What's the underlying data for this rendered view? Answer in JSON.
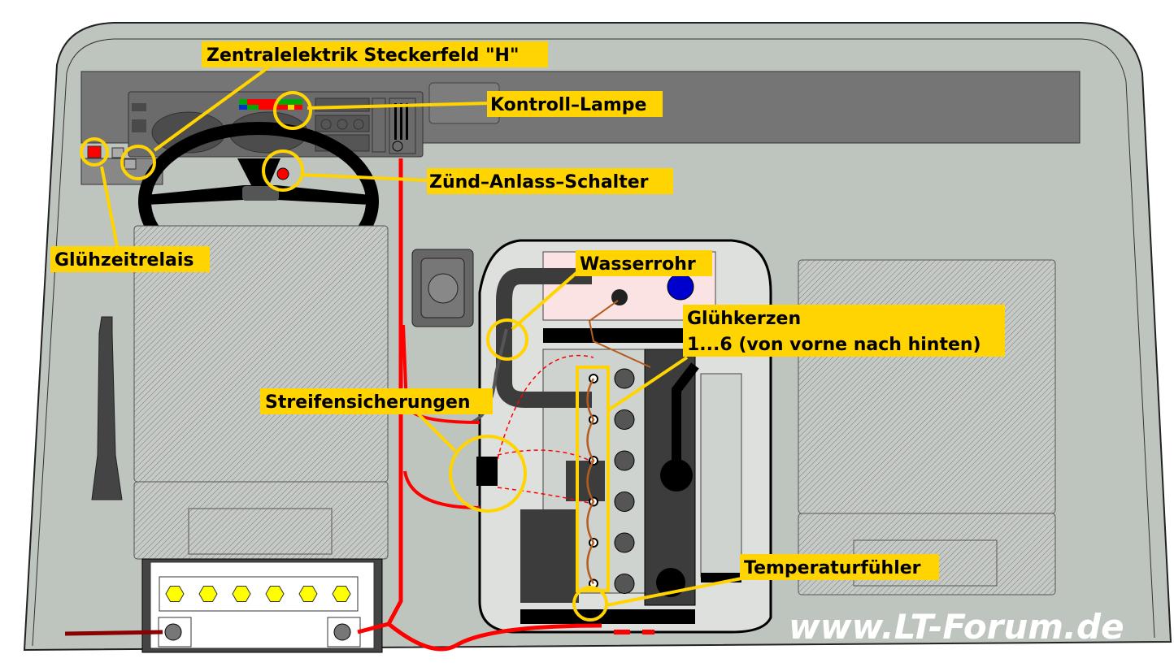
{
  "colors": {
    "background": "#bec4be",
    "dashboard": "#757575",
    "label_fill": "#ffd400",
    "wire_red": "#ff0000",
    "wire_brown": "#b35c1e",
    "ground_strap": "#8b0000",
    "engine_bay": "#dde0dd",
    "water_pipe_box": "#fbe3e3",
    "callout": "#ffd400"
  },
  "labels": {
    "zentralelektrik": "Zentralelektrik Steckerfeld \"H\"",
    "kontroll_lampe": "Kontroll–Lampe",
    "zuend_schalter": "Zünd–Anlass–Schalter",
    "gluehzeitrelais": "Glühzeitrelais",
    "wasserrohr": "Wasserrohr",
    "gluehkerzen_1": "Glühkerzen",
    "gluehkerzen_2": "1...6 (von vorne nach hinten)",
    "streifensicherungen": "Streifensicherungen",
    "temperaturfuehler": "Temperaturfühler"
  },
  "watermark": "www.LT-Forum.de",
  "glow_plug_count": 6
}
